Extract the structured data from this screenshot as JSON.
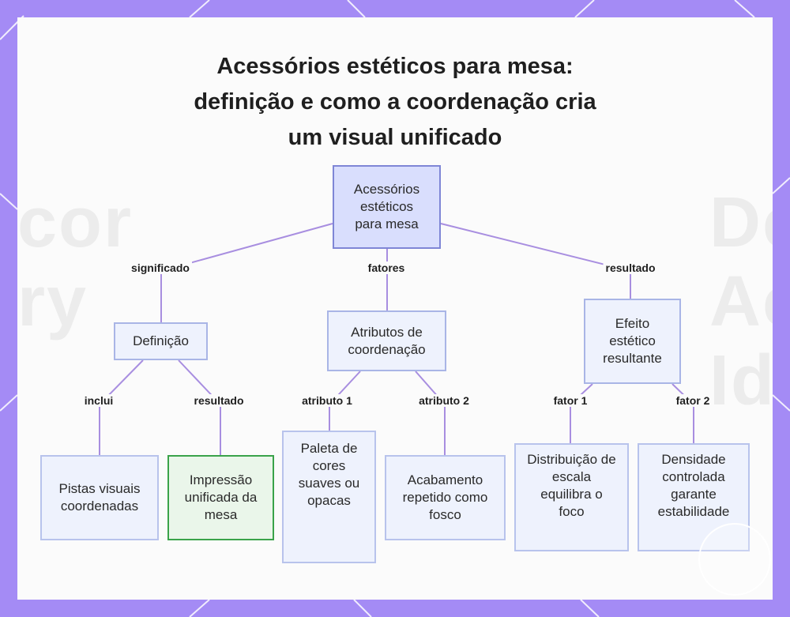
{
  "title": {
    "line1": "Acessórios estéticos para mesa:",
    "line2": "definição e como a coordenação cria",
    "line3": "um visual unificado"
  },
  "watermark": {
    "left": "cor\nry",
    "right": "De\nAc\nId"
  },
  "nodes": {
    "root": "Acessórios estéticos para mesa",
    "definicao": "Definição",
    "atributos": "Atributos de coordenação",
    "efeito": "Efeito estético resultante",
    "pistas": "Pistas visuais coordenadas",
    "impressao": "Impressão unificada da mesa",
    "paleta": "Paleta de cores suaves ou opacas",
    "acabamento": "Acabamento repetido como fosco",
    "distribuicao": "Distribuição de escala equilibra o foco",
    "densidade": "Densidade controlada garante estabilidade"
  },
  "edges": {
    "significado": "significado",
    "fatores": "fatores",
    "resultado_top": "resultado",
    "inclui": "inclui",
    "resultado_def": "resultado",
    "atributo1": "atributo 1",
    "atributo2": "atributo 2",
    "fator1": "fator 1",
    "fator2": "fator 2"
  },
  "colors": {
    "frame": "#a48bf5",
    "connector": "#a88ee0",
    "root_fill": "#d9defd",
    "node_fill": "#eef2fd",
    "highlight_border": "#3aa34a"
  }
}
